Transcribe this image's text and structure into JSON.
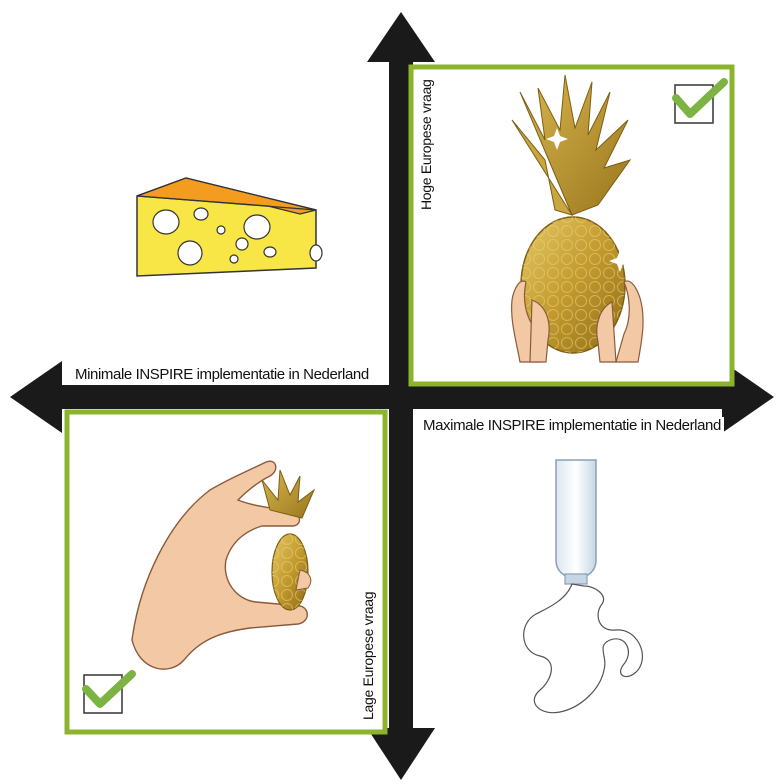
{
  "axes": {
    "x_left_label": "Minimale INSPIRE implementatie in Nederland",
    "x_right_label": "Maximale INSPIRE implementatie in Nederland",
    "y_top_label": "Hoge Europese vraag",
    "y_bottom_label": "Lage Europese vraag"
  },
  "quadrants": {
    "top_left": {
      "icon": "cheese-icon",
      "selected": false
    },
    "top_right": {
      "icon": "pineapple-in-hands-icon",
      "selected": true
    },
    "bottom_left": {
      "icon": "hand-holding-small-pineapple-icon",
      "selected": true
    },
    "bottom_right": {
      "icon": "spilled-bottle-icon",
      "selected": false
    }
  },
  "colors": {
    "axis": "#1a1a1a",
    "frame": "#8cb32c",
    "check": "#7cb342",
    "pineapple": "#c9a53a",
    "cheese": "#f5e03a",
    "cheese_rind": "#f39c1f",
    "skin": "#f2c9a4"
  }
}
